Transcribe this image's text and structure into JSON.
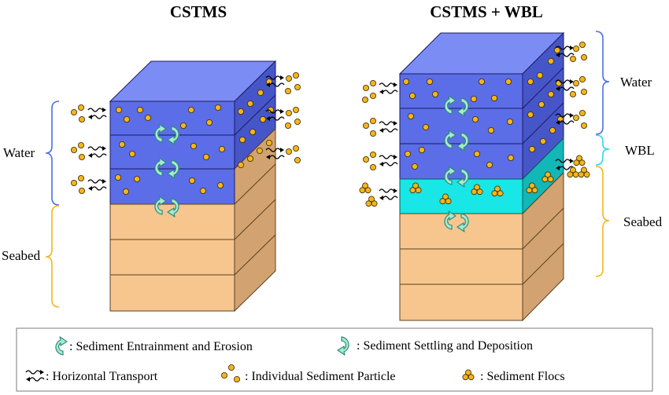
{
  "titles": {
    "left": "CSTMS",
    "right": "CSTMS + WBL"
  },
  "left_block": {
    "water_label": "Water",
    "seabed_label": "Seabed"
  },
  "right_block": {
    "water_label": "Water",
    "wbl_label": "WBL",
    "seabed_label": "Seabed"
  },
  "legend": {
    "entrainment": ": Sediment Entrainment and Erosion",
    "settling": ": Sediment Settling and Deposition",
    "horizontal": ": Horizontal Transport",
    "particle": ": Individual Sediment Particle",
    "flocs": ": Sediment Flocs"
  },
  "colors": {
    "water_front": "#5b6ee8",
    "water_top": "#7b8cf5",
    "water_side": "#4656c8",
    "wbl_front": "#19e6e6",
    "wbl_side": "#12b7b7",
    "seabed_front": "#f6c68e",
    "seabed_side": "#d2a370",
    "particle": "#f3b51c",
    "water_brace": "#4c6fe6",
    "wbl_brace": "#2fd7e8",
    "seabed_brace": "#f3b51c",
    "arrow_fill": "#a8ead0",
    "arrow_stroke": "#2f8a7a"
  }
}
